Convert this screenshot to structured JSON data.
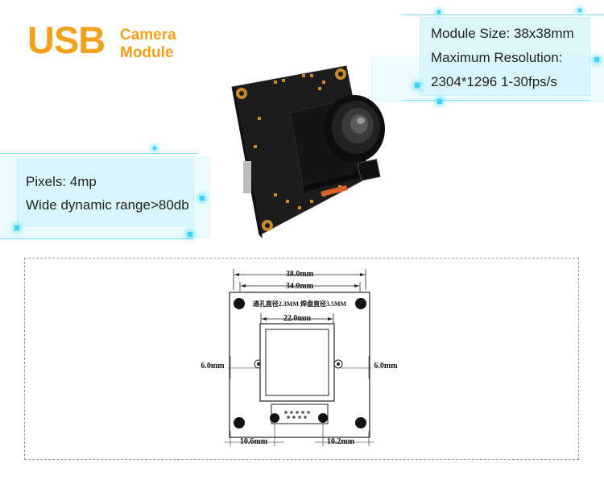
{
  "logo": {
    "usb": "USB",
    "line1": "Camera",
    "line2": "Module"
  },
  "specs_right": {
    "module_size": "Module Size: 38x38mm",
    "max_res_label": "Maximum Resolution:",
    "max_res_value": "2304*1296  1-30fps/s"
  },
  "specs_left": {
    "pixels": "Pixels: 4mp",
    "wdr": "Wide dynamic range>80db"
  },
  "drawing": {
    "width_outer": "38.0mm",
    "width_holes": "34.0mm",
    "hole_note": "通孔直径2.3MM 焊盘直径3.5MM",
    "lens_width": "22.0mm",
    "left_offset": "6.0mm",
    "right_offset": "6.0mm",
    "bottom_left": "10.6mm",
    "bottom_right": "10.2mm"
  },
  "colors": {
    "accent": "#f2a11a",
    "glow": "#3fd2f2",
    "panel": "#d6f4fc"
  }
}
